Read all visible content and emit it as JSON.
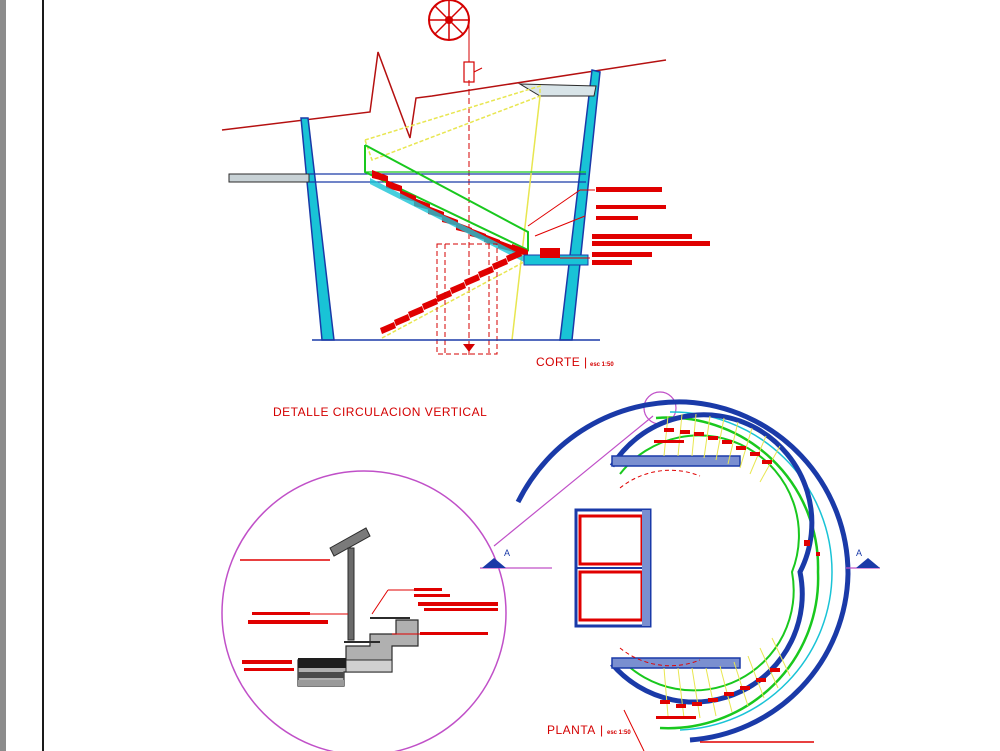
{
  "drawing": {
    "section": {
      "title": "CORTE",
      "scale": "esc 1:50"
    },
    "detail": {
      "title": "DETALLE CIRCULACION VERTICAL"
    },
    "plan": {
      "title": "PLANTA",
      "scale": "esc 1:50",
      "cut_left": "A",
      "cut_right": "A"
    }
  },
  "colors": {
    "red": "#e00000",
    "blue": "#1a3aa8",
    "cyan": "#19c3d6",
    "green": "#19c81e",
    "yellow": "#e8e650",
    "magenta": "#c050c8",
    "dark": "#2b2b2b"
  }
}
